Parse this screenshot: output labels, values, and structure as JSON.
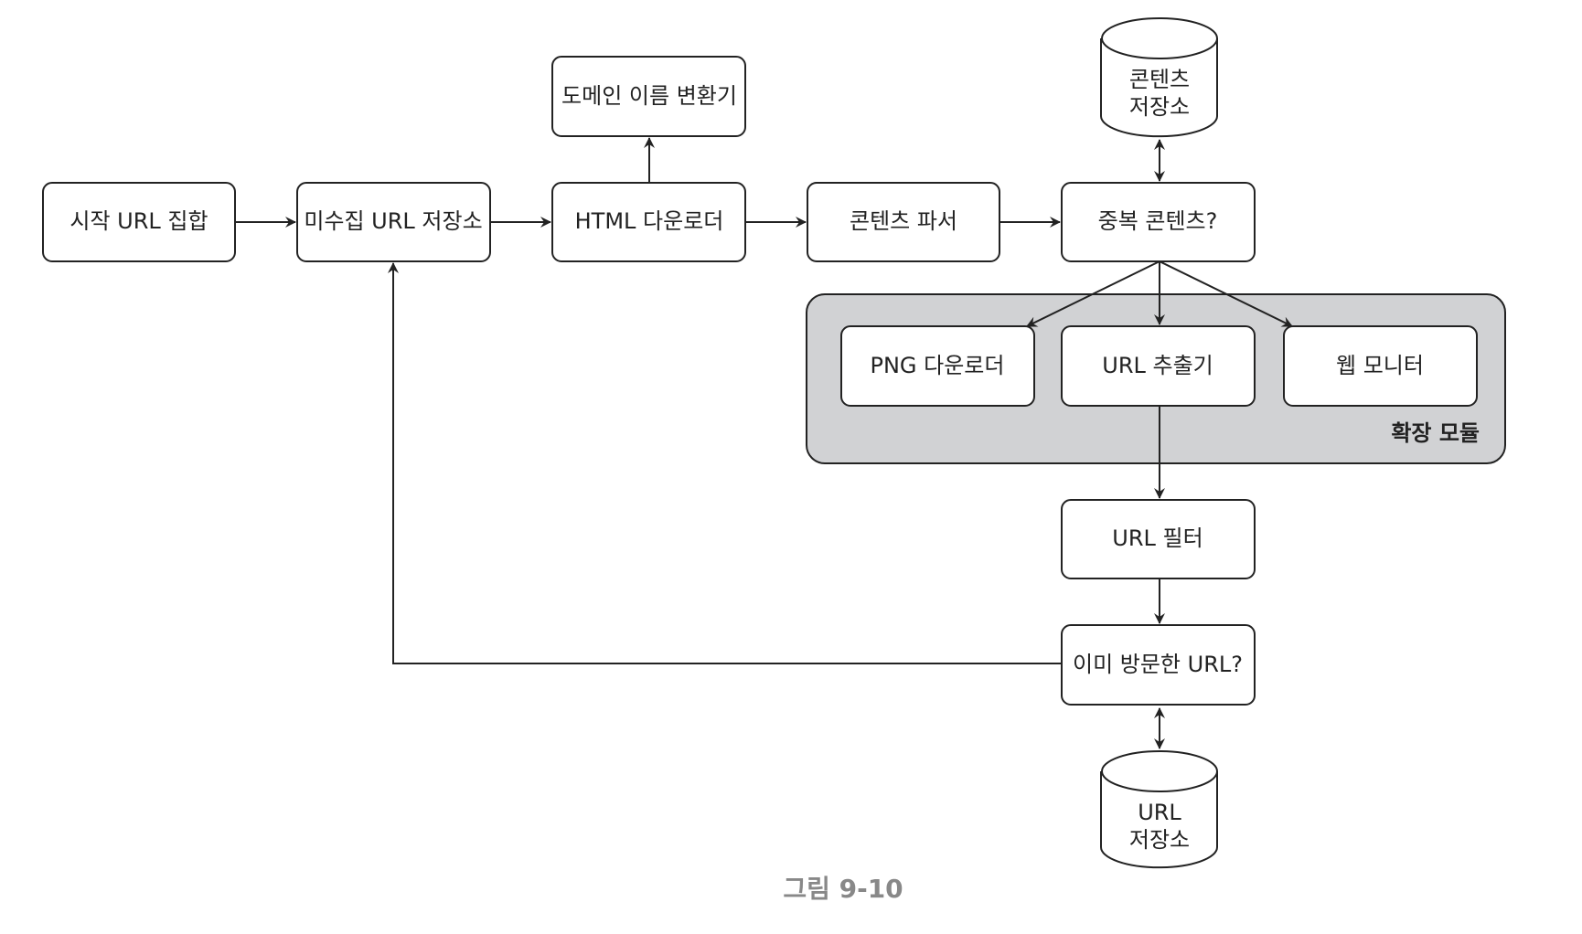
{
  "nodes": {
    "seed_urls": "시작 URL 집합",
    "url_frontier": "미수집 URL 저장소",
    "html_downloader": "HTML 다운로더",
    "dns_resolver": "도메인 이름 변환기",
    "content_parser": "콘텐츠 파서",
    "content_seen": "중복 콘텐츠?",
    "content_storage": [
      "콘텐츠",
      "저장소"
    ],
    "png_downloader": "PNG 다운로더",
    "url_extractor": "URL 추출기",
    "web_monitor": "웹 모니터",
    "url_filter": "URL 필터",
    "url_seen": "이미 방문한 URL?",
    "url_storage": [
      "URL",
      "저장소"
    ]
  },
  "groups": {
    "extension_module": "확장 모듈"
  },
  "edges": [
    {
      "from": "시작 URL 집합",
      "to": "미수집 URL 저장소",
      "type": "arrow"
    },
    {
      "from": "미수집 URL 저장소",
      "to": "HTML 다운로더",
      "type": "arrow"
    },
    {
      "from": "HTML 다운로더",
      "to": "도메인 이름 변환기",
      "type": "arrow"
    },
    {
      "from": "HTML 다운로더",
      "to": "콘텐츠 파서",
      "type": "arrow"
    },
    {
      "from": "콘텐츠 파서",
      "to": "중복 콘텐츠?",
      "type": "arrow"
    },
    {
      "from": "중복 콘텐츠?",
      "to": "콘텐츠 저장소",
      "type": "bidirectional"
    },
    {
      "from": "중복 콘텐츠?",
      "to": "PNG 다운로더",
      "type": "arrow"
    },
    {
      "from": "중복 콘텐츠?",
      "to": "URL 추출기",
      "type": "arrow"
    },
    {
      "from": "중복 콘텐츠?",
      "to": "웹 모니터",
      "type": "arrow"
    },
    {
      "from": "URL 추출기",
      "to": "URL 필터",
      "type": "arrow"
    },
    {
      "from": "URL 필터",
      "to": "이미 방문한 URL?",
      "type": "arrow"
    },
    {
      "from": "이미 방문한 URL?",
      "to": "URL 저장소",
      "type": "bidirectional"
    },
    {
      "from": "이미 방문한 URL?",
      "to": "미수집 URL 저장소",
      "type": "arrow"
    }
  ],
  "colors": {
    "stroke": "#222222",
    "node_fill": "#ffffff",
    "group_fill": "#d1d2d4",
    "caption": "#888888"
  },
  "caption": "그림 9-10"
}
